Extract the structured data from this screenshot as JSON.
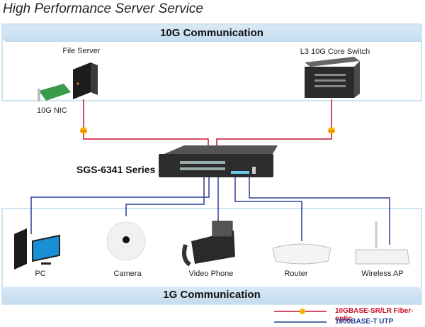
{
  "title": "High Performance Server Service",
  "top_band": "10G Communication",
  "bottom_band": "1G Communication",
  "switch_label": "SGS-6341 Series",
  "top_devices": {
    "file_server": "File Server",
    "nic": "10G NIC",
    "core_switch": "L3 10G Core Switch"
  },
  "bottom_devices": [
    {
      "label": "PC",
      "icon": "pc-icon"
    },
    {
      "label": "Camera",
      "icon": "camera-icon"
    },
    {
      "label": "Video Phone",
      "icon": "video-phone-icon"
    },
    {
      "label": "Router",
      "icon": "router-icon"
    },
    {
      "label": "Wireless AP",
      "icon": "wireless-ap-icon"
    }
  ],
  "link_badge": "10G",
  "legend": [
    {
      "label": "10GBASE-SR/LR Fiber-optic",
      "color": "#c8102e"
    },
    {
      "label": "1000BASE-T UTP",
      "color": "#1f3f8f"
    }
  ],
  "colors": {
    "fiber": "#c8102e",
    "utp": "#2a3f95",
    "band": "#d2e4f3",
    "badge": "#f7b500"
  }
}
